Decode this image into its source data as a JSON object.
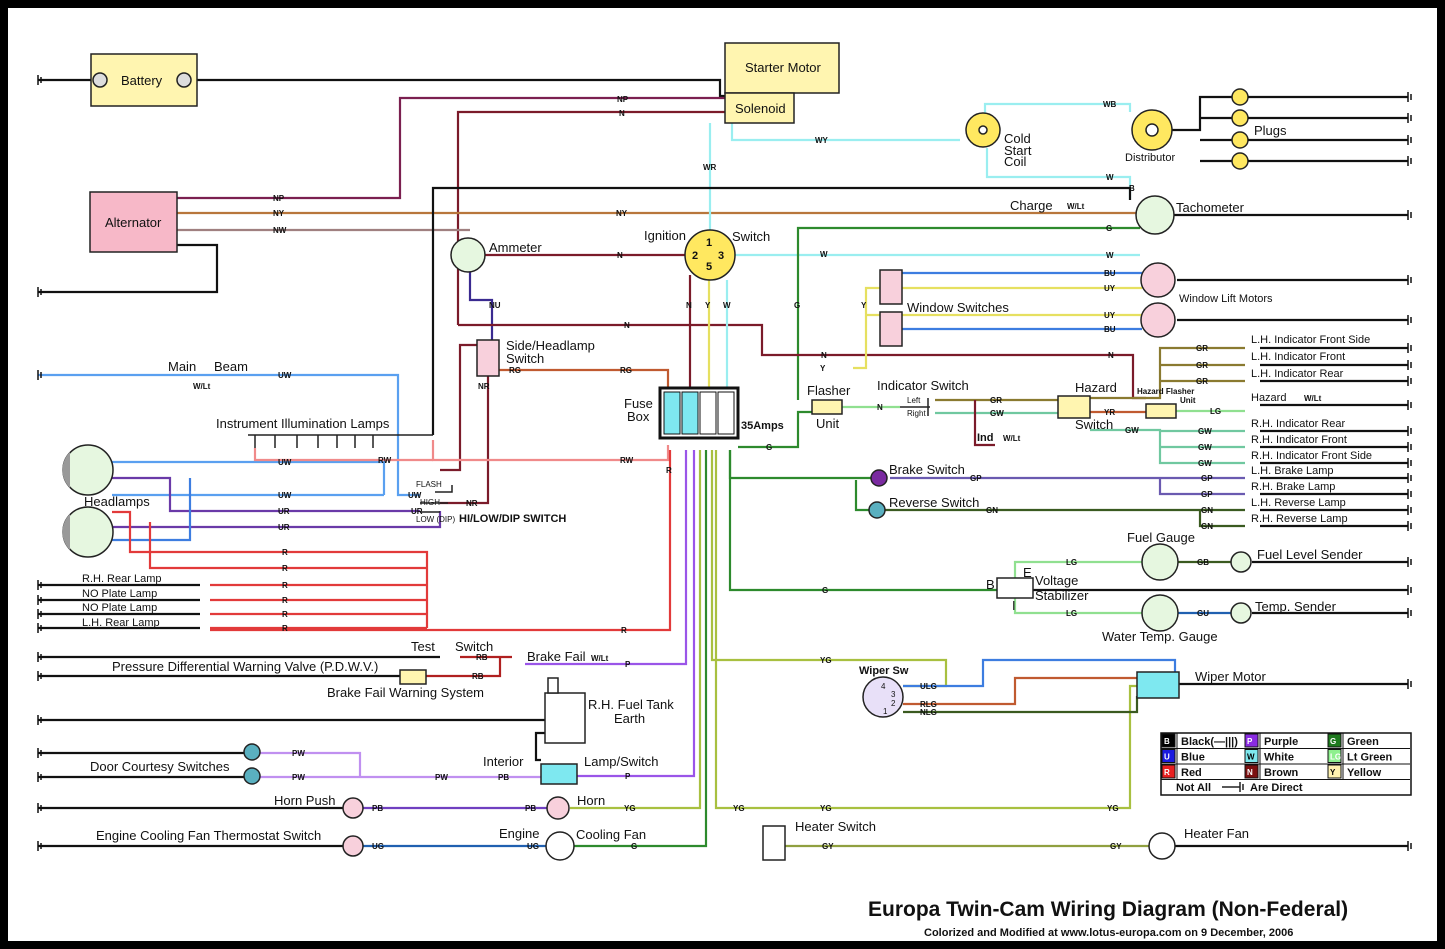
{
  "title": "Europa Twin-Cam Wiring Diagram (Non-Federal)",
  "subtitle": "Colorized and Modified at www.lotus-europa.com on 9 December, 2006",
  "components": {
    "battery": "Battery",
    "starter_motor": "Starter Motor",
    "solenoid": "Solenoid",
    "alternator": "Alternator",
    "ammeter": "Ammeter",
    "ignition": "Ignition",
    "switch": "Switch",
    "cold_start_coil": [
      "Cold",
      "Start",
      "Coil"
    ],
    "distributor": "Distributor",
    "plugs": "Plugs",
    "charge": "Charge",
    "charge_wlt": "W/Lt",
    "tachometer": "Tachometer",
    "window_switches": "Window Switches",
    "window_lift_motors": "Window Lift Motors",
    "side_headlamp_switch": [
      "Side/Headlamp",
      "Switch"
    ],
    "fuse_box": [
      "Fuse",
      "Box"
    ],
    "fuse_rating": "35Amps",
    "flasher_unit": [
      "Flasher",
      "Unit"
    ],
    "indicator_switch": "Indicator Switch",
    "indicator_left": "Left",
    "indicator_right": "Right",
    "hazard_switch": [
      "Hazard",
      "Switch"
    ],
    "hazard_flasher_unit": [
      "Hazard Flasher",
      "Unit"
    ],
    "ind_wlt": [
      "Ind",
      "W/Lt"
    ],
    "hazard_wlt": [
      "Hazard",
      "W/Lt"
    ],
    "main_beam": [
      "Main",
      "Beam",
      "W/Lt"
    ],
    "instrument_lamps": "Instrument Illumination Lamps",
    "headlamps": "Headlamps",
    "dip_switch": {
      "flash": "FLASH",
      "high": "HIGH",
      "low": "LOW (DIP)",
      "name": "HI/LOW/DIP SWITCH"
    },
    "rear_lamps": [
      "R.H. Rear Lamp",
      "NO Plate Lamp",
      "NO Plate Lamp",
      "L.H. Rear Lamp"
    ],
    "indicator_lamps": [
      "L.H. Indicator Front Side",
      "L.H. Indicator Front",
      "L.H. Indicator Rear",
      "R.H. Indicator Rear",
      "R.H. Indicator Front",
      "R.H. Indicator Front Side"
    ],
    "brake_reverse_lamps": [
      "L.H. Brake Lamp",
      "R.H. Brake Lamp",
      "L.H. Reverse Lamp",
      "R.H. Reverse Lamp"
    ],
    "brake_switch": "Brake Switch",
    "reverse_switch": "Reverse Switch",
    "fuel_gauge": "Fuel Gauge",
    "fuel_level_sender": "Fuel Level Sender",
    "voltage_stabilizer": [
      "Voltage",
      "Stabilizer"
    ],
    "vs_terminals": [
      "B",
      "E",
      "I"
    ],
    "temp_sender": "Temp. Sender",
    "water_temp_gauge": "Water Temp. Gauge",
    "test_switch": [
      "Test",
      "Switch"
    ],
    "brake_fail_wlt": [
      "Brake Fail",
      "W/Lt"
    ],
    "pdwv": "Pressure Differential Warning Valve (P.D.W.V.)",
    "brake_fail_system": "Brake Fail Warning System",
    "fuel_tank_earth": [
      "R.H. Fuel Tank",
      "Earth"
    ],
    "wiper_sw": "Wiper Sw",
    "wiper_motor": "Wiper Motor",
    "door_switches": "Door Courtesy Switches",
    "interior_lamp": [
      "Interior",
      "Lamp/Switch"
    ],
    "horn_push": "Horn Push",
    "horn": "Horn",
    "fan_thermo": "Engine Cooling Fan Thermostat Switch",
    "cooling_fan": [
      "Engine",
      "Cooling Fan"
    ],
    "heater_switch": "Heater Switch",
    "heater_fan": "Heater Fan",
    "ignition_terminals": [
      "1",
      "2",
      "3",
      "5"
    ],
    "wiper_terminals": [
      "4",
      "3",
      "2",
      "1"
    ]
  },
  "wire_labels": [
    "NP",
    "N",
    "NP",
    "NY",
    "NW",
    "WY",
    "WR",
    "WB",
    "W",
    "B",
    "NY",
    "G",
    "W",
    "N",
    "W",
    "NU",
    "N",
    "N",
    "RG",
    "RG",
    "N",
    "NR",
    "N",
    "Y",
    "W",
    "G",
    "BU",
    "UY",
    "UY",
    "BU",
    "Y",
    "Y",
    "N",
    "N",
    "GR",
    "GR",
    "GR",
    "GR",
    "GW",
    "YR",
    "LG",
    "GW",
    "GW",
    "GW",
    "GW",
    "G",
    "GP",
    "GP",
    "GP",
    "GN",
    "GN",
    "GN",
    "UW",
    "UW",
    "UW",
    "UW",
    "UR",
    "UR",
    "UR",
    "R",
    "RW",
    "RW",
    "R",
    "R",
    "R",
    "R",
    "R",
    "R",
    "R",
    "LG",
    "GB",
    "LG",
    "GU",
    "G",
    "RB",
    "RB",
    "P",
    "YG",
    "ULG",
    "RLG",
    "NLG",
    "PW",
    "PW",
    "PW",
    "PB",
    "P",
    "PB",
    "PB",
    "YG",
    "UG",
    "UG",
    "G",
    "YG",
    "YG",
    "GY",
    "GY",
    "YG",
    "NR"
  ],
  "legend": {
    "rows": [
      [
        {
          "code": "B",
          "name": "Black(—|||)"
        },
        {
          "code": "P",
          "name": "Purple"
        },
        {
          "code": "G",
          "name": "Green"
        }
      ],
      [
        {
          "code": "U",
          "name": "Blue"
        },
        {
          "code": "W",
          "name": "White"
        },
        {
          "code": "LG",
          "name": "Lt Green"
        }
      ],
      [
        {
          "code": "R",
          "name": "Red"
        },
        {
          "code": "N",
          "name": "Brown"
        },
        {
          "code": "Y",
          "name": "Yellow"
        }
      ]
    ],
    "footer_left": "Not All",
    "footer_right": "Are Direct"
  },
  "wire_colors": {
    "B": "#000000",
    "U": "#1a1ae0",
    "R": "#e82020",
    "P": "#8a2be2",
    "W": "#7ee8ee",
    "N": "#7b1010",
    "G": "#1e7a1e",
    "LG": "#8ef08e",
    "Y": "#fff2b0"
  },
  "component_colors": {
    "battery": "#fff5b0",
    "alternator": "#f7b8c8",
    "gauge": "#e6f7e0",
    "switch": "#f8d0dc",
    "fuse": "#7ee8f0",
    "ignition": "#ffe860"
  }
}
